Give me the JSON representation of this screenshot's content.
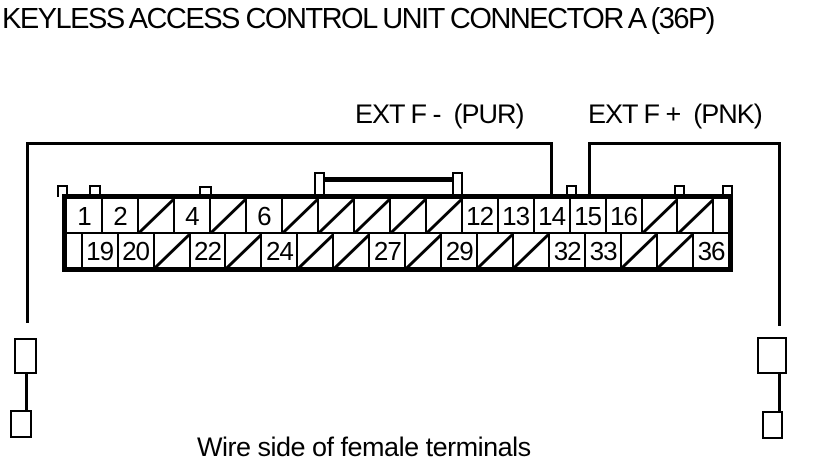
{
  "title": "KEYLESS ACCESS CONTROL UNIT CONNECTOR A (36P)",
  "caption": "Wire side of female terminals",
  "labels": {
    "ext_f_minus": "EXT F -  (PUR)",
    "ext_f_plus": "EXT F +  (PNK)"
  },
  "colors": {
    "line": "#000000",
    "background": "#ffffff"
  },
  "connector": {
    "designation": "A",
    "pin_count": 36,
    "labeled_pins": [
      {
        "pin": "14",
        "signal": "EXT F -",
        "wire_color": "PUR"
      },
      {
        "pin": "15",
        "signal": "EXT F +",
        "wire_color": "PNK"
      }
    ],
    "rows": [
      {
        "name": "top",
        "cells": [
          {
            "t": "pin",
            "label": "1"
          },
          {
            "t": "pin",
            "label": "2"
          },
          {
            "t": "nc"
          },
          {
            "t": "pin",
            "label": "4"
          },
          {
            "t": "nc"
          },
          {
            "t": "pin",
            "label": "6"
          },
          {
            "t": "nc"
          },
          {
            "t": "nc"
          },
          {
            "t": "nc"
          },
          {
            "t": "nc"
          },
          {
            "t": "nc"
          },
          {
            "t": "pin",
            "label": "12"
          },
          {
            "t": "pin",
            "label": "13"
          },
          {
            "t": "pin",
            "label": "14"
          },
          {
            "t": "pin",
            "label": "15"
          },
          {
            "t": "pin",
            "label": "16"
          },
          {
            "t": "nc"
          },
          {
            "t": "nc"
          },
          {
            "t": "spacer"
          }
        ]
      },
      {
        "name": "bottom",
        "cells": [
          {
            "t": "spacer"
          },
          {
            "t": "pin",
            "label": "19"
          },
          {
            "t": "pin",
            "label": "20"
          },
          {
            "t": "nc"
          },
          {
            "t": "pin",
            "label": "22"
          },
          {
            "t": "nc"
          },
          {
            "t": "pin",
            "label": "24"
          },
          {
            "t": "nc"
          },
          {
            "t": "nc"
          },
          {
            "t": "pin",
            "label": "27"
          },
          {
            "t": "nc"
          },
          {
            "t": "pin",
            "label": "29"
          },
          {
            "t": "nc"
          },
          {
            "t": "nc"
          },
          {
            "t": "pin",
            "label": "32"
          },
          {
            "t": "pin",
            "label": "33"
          },
          {
            "t": "nc"
          },
          {
            "t": "nc"
          },
          {
            "t": "pin",
            "label": "36"
          }
        ]
      }
    ]
  }
}
